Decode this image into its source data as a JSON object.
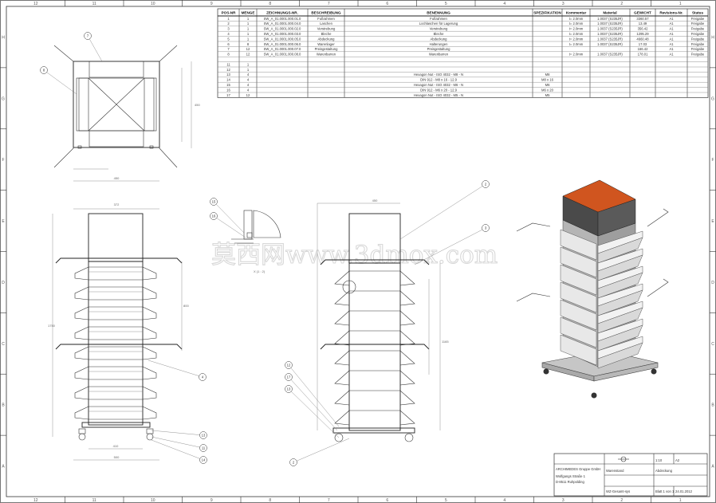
{
  "frame": {
    "col_labels": [
      "12",
      "11",
      "10",
      "9",
      "8",
      "7",
      "6",
      "5",
      "4",
      "3",
      "2",
      "1"
    ],
    "row_labels": [
      "H",
      "G",
      "F",
      "E",
      "D",
      "C",
      "B",
      "A"
    ]
  },
  "bom": {
    "headers": [
      "POS-NR",
      "MENGE",
      "ZEICHNUNGS-NR.",
      "BESCHREIBUNG",
      "BENENNUNG",
      "SPEZIFIKATION",
      "Kommentar",
      "Material",
      "GEWICHT",
      "Revisions-Nr.",
      "Status"
    ],
    "rows": [
      [
        "1",
        "1",
        "SW_A_01.0001.000.01.0",
        "Fußrahmen",
        "Fußrahmen",
        "",
        "t= 2.0mm",
        "1.0037 (S235JR)",
        "3360.57",
        "A1",
        "Freigabe"
      ],
      [
        "2",
        "1",
        "SW_A_01.0001.000.04.0",
        "Laschen",
        "Lochlaschen für Lagerung",
        "",
        "t= 2.0mm",
        "1.0037 (S235JR)",
        "13.49",
        "A1",
        "Freigabe"
      ],
      [
        "3",
        "1",
        "SW_A_01.0001.000.02.0",
        "Verstrebung",
        "Verstrebung",
        "",
        "t= 2.0mm",
        "1.0037 (S235JR)",
        "356.42",
        "A1",
        "Freigabe"
      ],
      [
        "4",
        "1",
        "SW_A_01.0001.000.03.0",
        "Bleche",
        "Bleche",
        "",
        "t= 2.0mm",
        "1.0037 (S235JR)",
        "1295.29",
        "A1",
        "Freigabe"
      ],
      [
        "5",
        "1",
        "SW_A_01.0001.000.05.0",
        "Abdeckung",
        "Abdeckung",
        "",
        "t= 2.0mm",
        "1.0037 (S235JR)",
        "4660.48",
        "A1",
        "Freigabe"
      ],
      [
        "6",
        "8",
        "SW_A_01.0001.000.06.0",
        "Warenlager",
        "Halterungen",
        "",
        "t= 2.0mm",
        "1.0037 (S235JR)",
        "17.03",
        "A1",
        "Freigabe"
      ],
      [
        "7",
        "12",
        "SW_A_01.0001.000.07.0",
        "Preisgestaltung",
        "Preisgestaltung",
        "",
        "",
        "",
        "166.42",
        "A1",
        "Freigabe"
      ],
      [
        "8",
        "12",
        "SW_A_01.0001.000.08.0",
        "Warenbarren",
        "Warenbarren",
        "",
        "t= 2.0mm",
        "1.0037 (S235JR)",
        "178.01",
        "A1",
        "Freigabe"
      ],
      [
        "",
        "",
        "",
        "",
        "",
        "",
        "",
        "",
        "",
        "",
        ""
      ],
      [
        "11",
        "1",
        "",
        "",
        "",
        "",
        "",
        "",
        "",
        "",
        ""
      ],
      [
        "12",
        "1",
        "",
        "",
        "",
        "",
        "",
        "",
        "",
        "",
        ""
      ],
      [
        "13",
        "4",
        "",
        "",
        "Hexagon Nut - ISO 4032 - M8 - N",
        "M8",
        "",
        "",
        "",
        "",
        ""
      ],
      [
        "14",
        "4",
        "",
        "",
        "DIN 912 - M8 x 16 - 12.9",
        "M8 x 16",
        "",
        "",
        "",
        "",
        ""
      ],
      [
        "15",
        "4",
        "",
        "",
        "Hexagon Nut - ISO 4032 - M6 - N",
        "M6",
        "",
        "",
        "",
        "",
        ""
      ],
      [
        "16",
        "4",
        "",
        "",
        "DIN 912 - M6 x 20 - 12.9",
        "M6 x 20",
        "",
        "",
        "",
        "",
        ""
      ],
      [
        "17",
        "12",
        "",
        "",
        "Hexagon Nut - ISO 4032 - M5 - N",
        "M5",
        "",
        "",
        "",
        "",
        ""
      ]
    ]
  },
  "balloons": {
    "top": [
      "7",
      "8"
    ],
    "front": [
      "4",
      "13",
      "11",
      "14"
    ],
    "detail": [
      "15",
      "16"
    ],
    "side": [
      "2",
      "3",
      "12",
      "17",
      "13",
      "10",
      "2"
    ]
  },
  "detail_label": "X (1 : 2)",
  "dims": {
    "top_width": "450",
    "top_height": "450",
    "front_width": "500",
    "front_top": "372",
    "front_height": "1750",
    "front_mid": "800",
    "front_base": "410",
    "side_top": "450",
    "side_height": "1165"
  },
  "watermark": "莫西网www.3dmox.com",
  "colors": {
    "cap_top": "#d0551f",
    "cap_side": "#4a4a4a",
    "panel": "#e8e8e8",
    "base": "#c6c6c6"
  },
  "title_block": {
    "company": "ARCHIMEDES Gruppe GmbH",
    "address": [
      "Wolfgangs Straße 1",
      "D-8511 Ruhpolding"
    ],
    "title": "Warenstand",
    "subtitle": "Abdeckung",
    "drawing_no": "WZ-Gesamt-sys",
    "scale": "1:10",
    "sheet": "Blatt 1 von 1",
    "date": "24.01.2012",
    "format": "A2"
  }
}
